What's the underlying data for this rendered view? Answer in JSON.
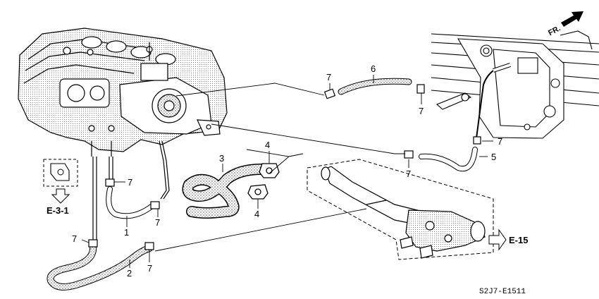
{
  "diagram": {
    "direction_label": "FR.",
    "part_callouts": {
      "p1": "1",
      "p2": "2",
      "p4_top": "4",
      "p4_bottom": "4",
      "p5": "5",
      "p6": "6",
      "p3": "3",
      "p7_a": "7",
      "p7_b": "7",
      "p7_c": "7",
      "p7_d": "7",
      "p7_e": "7",
      "p7_f": "7",
      "p7_g": "7",
      "p7_h": "7"
    },
    "references": {
      "left": "E-3-1",
      "right": "E-15"
    },
    "drawing_code": "S2J7-E1511"
  }
}
